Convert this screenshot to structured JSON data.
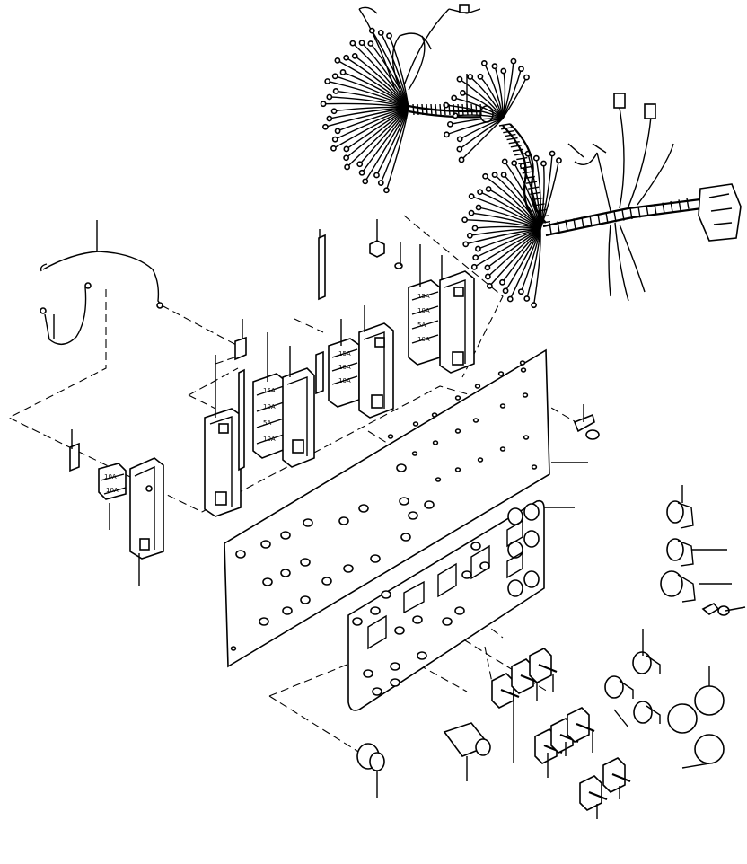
{
  "drawing": {
    "fuse_labels": [
      "15A",
      "10A",
      "5A",
      "10A",
      "10A",
      "15A"
    ],
    "colors": {
      "ink": "#000000",
      "paper": "#ffffff"
    }
  }
}
